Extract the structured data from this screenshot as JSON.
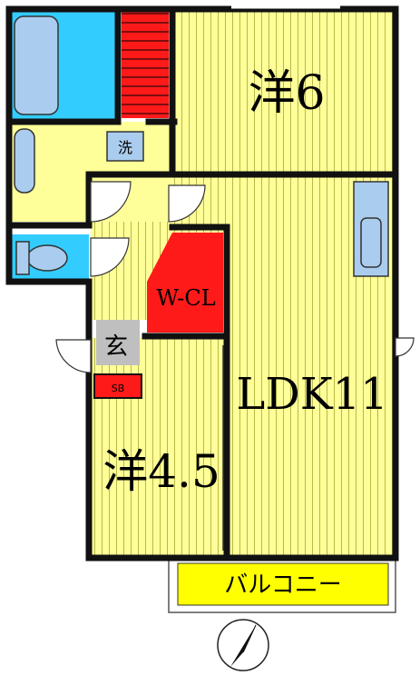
{
  "rooms": {
    "western_6": "洋6",
    "western_45": "洋4.5",
    "ldk": "LDK11",
    "walk_in_closet": "W-CL",
    "entrance": "玄",
    "shoe_box": "SB",
    "washer": "洗",
    "balcony": "バルコニー"
  },
  "colors": {
    "floor_stripe_bg": "#ffff99",
    "floor_stripe_line": "#b8b84a",
    "wall": "#111111",
    "wet_area": "#ffff99",
    "bath_blue": "#33ccff",
    "tub_gray": "#aaccee",
    "closet_red": "#ff1a1a",
    "entrance_gray": "#bfbfbf",
    "balcony_yellow": "#ffff00"
  },
  "icons": [
    "north-compass-icon",
    "bathtub-icon",
    "toilet-icon",
    "sink-icon",
    "kitchen-counter-icon",
    "door-swing-icon"
  ]
}
